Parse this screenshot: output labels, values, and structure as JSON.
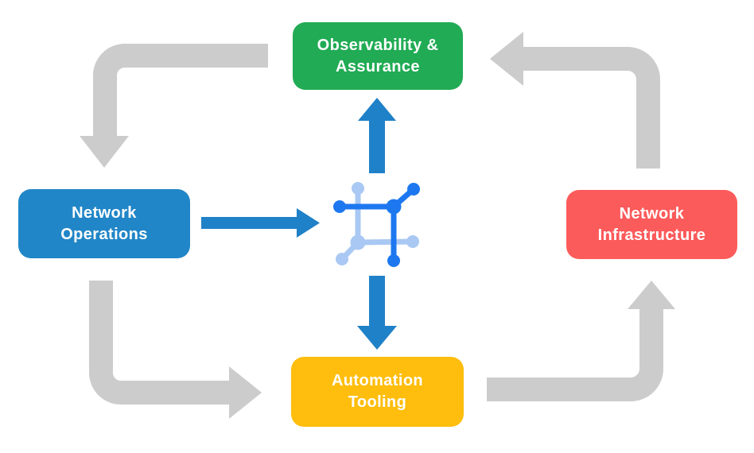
{
  "colors": {
    "node-green": "#21AB54",
    "node-blue": "#2186C7",
    "node-red": "#FC5B5B",
    "node-yellow": "#FFBE0D",
    "node-text": "#FFFFFF",
    "arrow-gray": "#CCCCCC",
    "arrow-blue": "#1F81C8",
    "icon-bright-blue": "#1D78F0",
    "icon-light-blue": "#A9C8F3"
  },
  "nodes": {
    "observability": {
      "label": "Observability &\nAssurance"
    },
    "operations": {
      "label": "Network\nOperations"
    },
    "infrastructure": {
      "label": "Network\nInfrastructure"
    },
    "automation": {
      "label": "Automation\nTooling"
    }
  },
  "center_icon": "network-automation-icon",
  "flows": {
    "outer_cycle": [
      {
        "from": "Observability & Assurance",
        "to": "Network Operations"
      },
      {
        "from": "Network Operations",
        "to": "Automation Tooling"
      },
      {
        "from": "Automation Tooling",
        "to": "Network Infrastructure"
      },
      {
        "from": "Network Infrastructure",
        "to": "Observability & Assurance"
      }
    ],
    "center_links": [
      {
        "from": "Network Operations",
        "to": "center icon"
      },
      {
        "from": "center icon",
        "to": "Observability & Assurance"
      },
      {
        "from": "center icon",
        "to": "Automation Tooling"
      }
    ]
  }
}
